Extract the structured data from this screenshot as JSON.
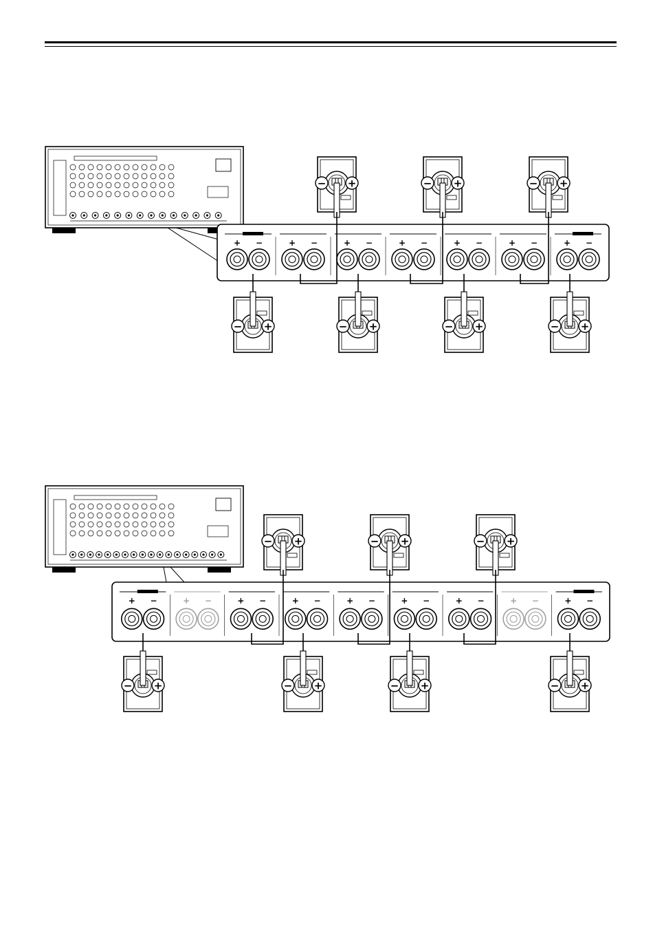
{
  "page": {
    "background": "#ffffff",
    "line_color": "#000000",
    "disabled_color": "#a0a0a0"
  },
  "diagrams": [
    {
      "id": "diagram-1",
      "terminal_pairs": 7,
      "upper_speaker_count": 3,
      "lower_speaker_count": 4,
      "disabled_pairs": []
    },
    {
      "id": "diagram-2",
      "terminal_pairs": 9,
      "upper_speaker_count": 3,
      "lower_speaker_count": 4,
      "disabled_pairs": [
        1,
        7
      ]
    }
  ],
  "symbols": {
    "plus": "+",
    "minus": "−",
    "plus_circle": "+",
    "minus_circle": "−"
  }
}
